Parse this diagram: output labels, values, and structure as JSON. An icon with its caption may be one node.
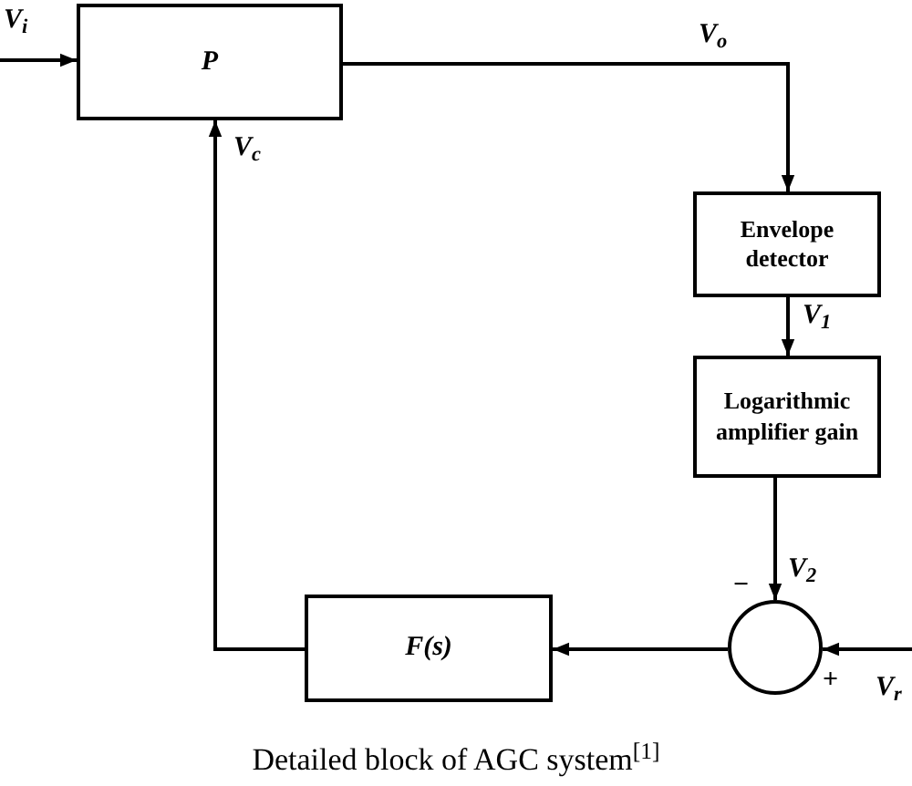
{
  "diagram": {
    "caption": "Detailed block of AGC system$^{[1]}$",
    "nodes": [
      {
        "text": [
          "P"
        ]
      },
      {
        "text": [
          "Envelope detector"
        ]
      },
      {
        "text": [
          "Logarithmic amplifier gain"
        ]
      },
      {
        "text": [],
        "shape": "circle",
        "beside": [
          "−",
          "+"
        ]
      },
      {
        "text": [
          "F(s)"
        ]
      }
    ],
    "edges": [
      {
        "from": null,
        "to": 0,
        "arrow": "to",
        "label": "V$_{i}$"
      },
      {
        "from": 0,
        "to": 1,
        "arrow": "to",
        "label": "V$_{o}$"
      },
      {
        "from": 1,
        "to": 2,
        "arrow": "to",
        "label": "V$_{1}$"
      },
      {
        "from": 2,
        "to": 3,
        "arrow": "to",
        "label": "V$_{2}$"
      },
      {
        "from": null,
        "to": 3,
        "arrow": "to",
        "label": "V$_{r}$"
      },
      {
        "from": 3,
        "to": 4,
        "arrow": "to"
      },
      {
        "from": 4,
        "to": 0,
        "arrow": "to",
        "label": "V$_{c}$"
      }
    ]
  }
}
